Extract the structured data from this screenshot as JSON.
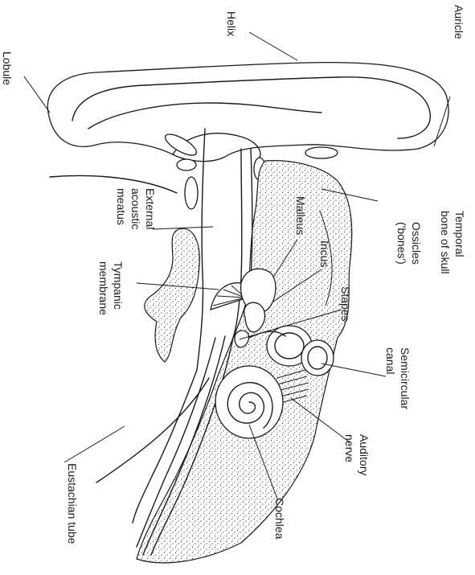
{
  "diagram": {
    "labels": {
      "auricle": "Auricle",
      "helix": "Helix",
      "lobule": "Lobule",
      "temporal_1": "Temporal",
      "temporal_2": "bone of skull",
      "ossicles_1": "Ossicles",
      "ossicles_2": "('bones')",
      "external_1": "External",
      "external_2": "acoustic",
      "external_3": "meatus",
      "malleus": "Malleus",
      "incus": "Incus",
      "stapes": "Stapes",
      "tympanic_1": "Tympanic",
      "tympanic_2": "membrane",
      "semicircular_1": "Semicircular",
      "semicircular_2": "canal",
      "auditory_1": "Auditory",
      "auditory_2": "nerve",
      "cochlea": "Cochlea",
      "eustachian": "Eustachian tube"
    },
    "colors": {
      "ink": "#1a1a1a",
      "paper": "#ffffff"
    }
  }
}
